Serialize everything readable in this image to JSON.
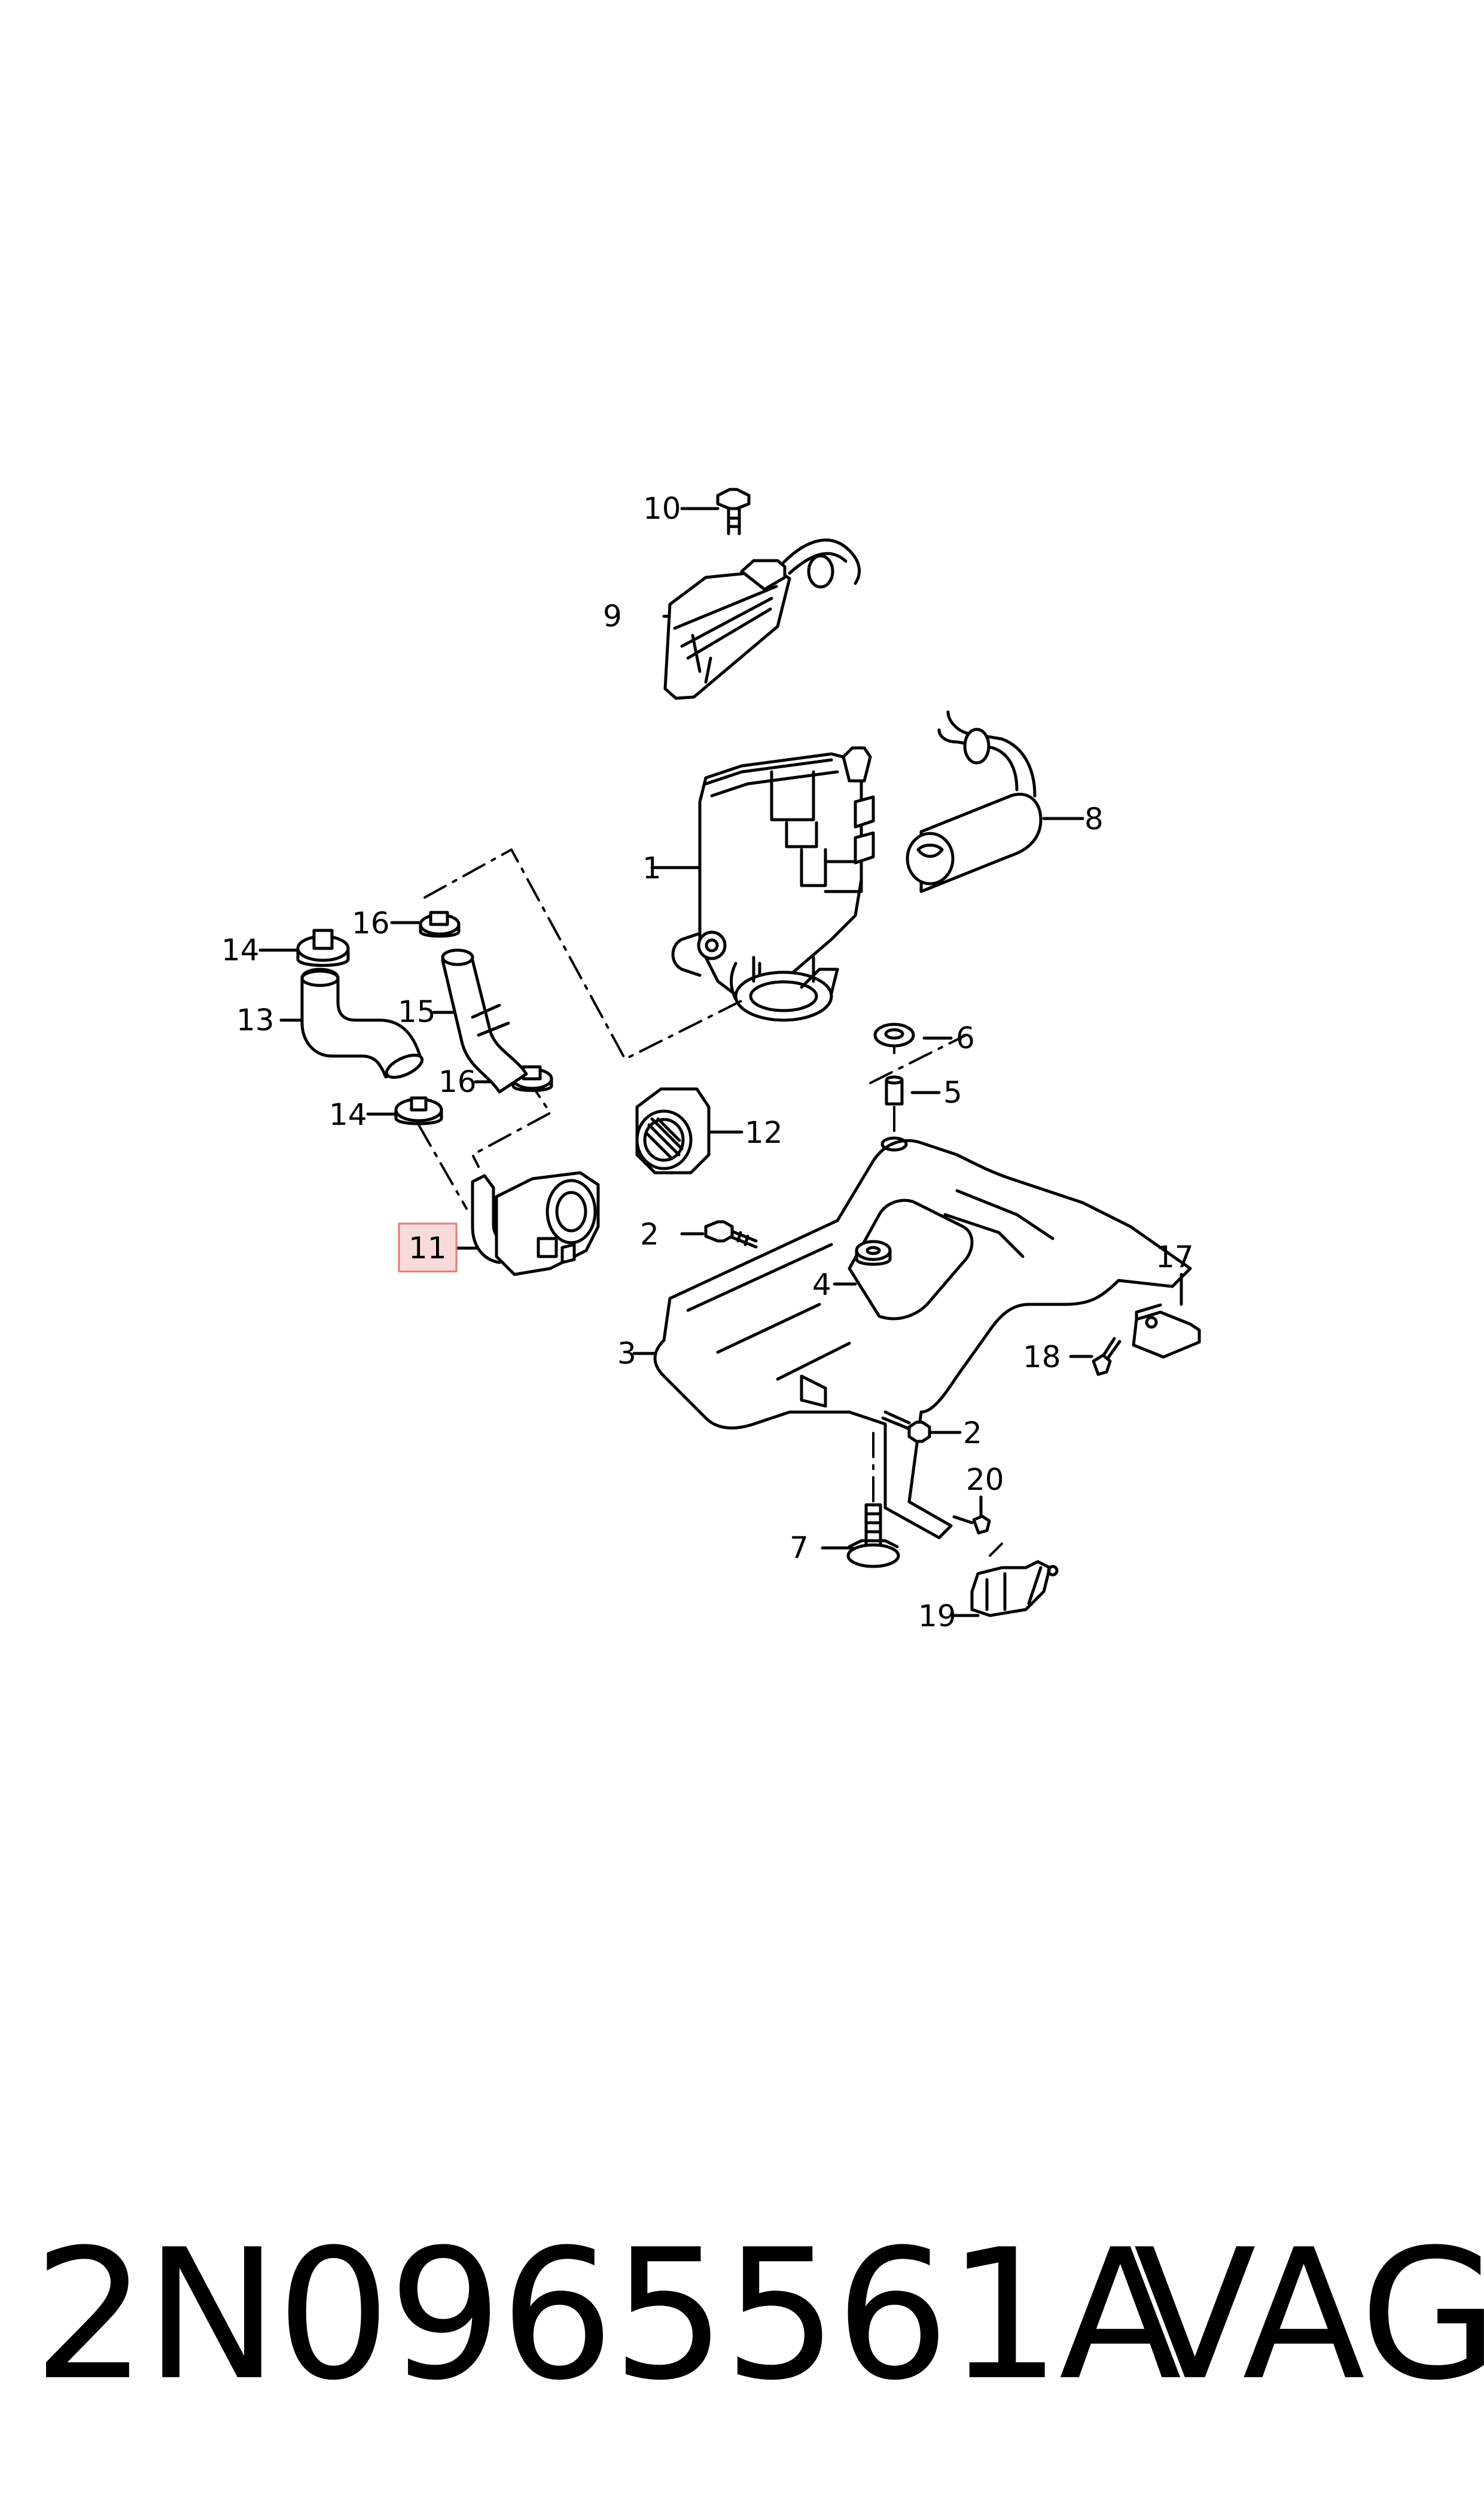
{
  "callouts": [
    {
      "id": "1",
      "label": "1"
    },
    {
      "id": "2a",
      "label": "2"
    },
    {
      "id": "2b",
      "label": "2"
    },
    {
      "id": "3",
      "label": "3"
    },
    {
      "id": "4",
      "label": "4"
    },
    {
      "id": "5",
      "label": "5"
    },
    {
      "id": "6",
      "label": "6"
    },
    {
      "id": "7",
      "label": "7"
    },
    {
      "id": "8",
      "label": "8"
    },
    {
      "id": "9",
      "label": "9"
    },
    {
      "id": "10",
      "label": "10"
    },
    {
      "id": "11",
      "label": "11"
    },
    {
      "id": "12",
      "label": "12"
    },
    {
      "id": "13",
      "label": "13"
    },
    {
      "id": "14a",
      "label": "14"
    },
    {
      "id": "14b",
      "label": "14"
    },
    {
      "id": "15",
      "label": "15"
    },
    {
      "id": "16a",
      "label": "16"
    },
    {
      "id": "16b",
      "label": "16"
    },
    {
      "id": "17",
      "label": "17"
    },
    {
      "id": "18",
      "label": "18"
    },
    {
      "id": "19",
      "label": "19"
    },
    {
      "id": "20",
      "label": "20"
    }
  ],
  "highlight": {
    "label": "11",
    "fill": "#f9dada",
    "border": "#e37a7a"
  },
  "footer": {
    "part_number": "2N0965561A",
    "brand": "VAG"
  }
}
